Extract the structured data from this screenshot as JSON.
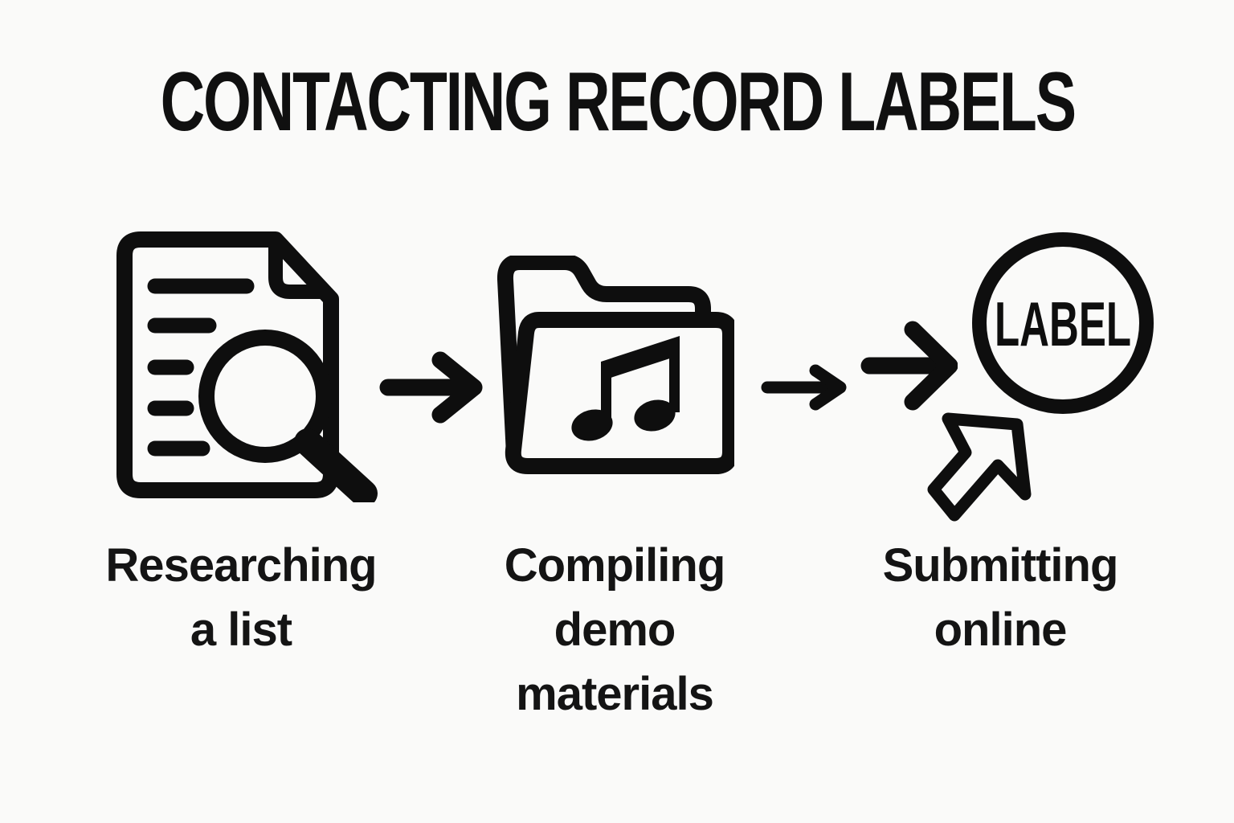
{
  "title": "CONTACTING RECORD LABELS",
  "background_color": "#fafaf9",
  "ink_color": "#0e0e0e",
  "steps": [
    {
      "icon": "document-search-icon",
      "label": "Researching\na list"
    },
    {
      "icon": "folder-music-icon",
      "label": "Compiling\ndemo\nmaterials"
    },
    {
      "icon": "label-stamp-click-icon",
      "label": "Submitting\nonline",
      "stamp_text": "LABEL"
    }
  ],
  "connectors": [
    {
      "icon": "right-arrow-icon"
    },
    {
      "icon": "right-arrow-icon"
    },
    {
      "icon": "right-arrow-icon"
    }
  ]
}
